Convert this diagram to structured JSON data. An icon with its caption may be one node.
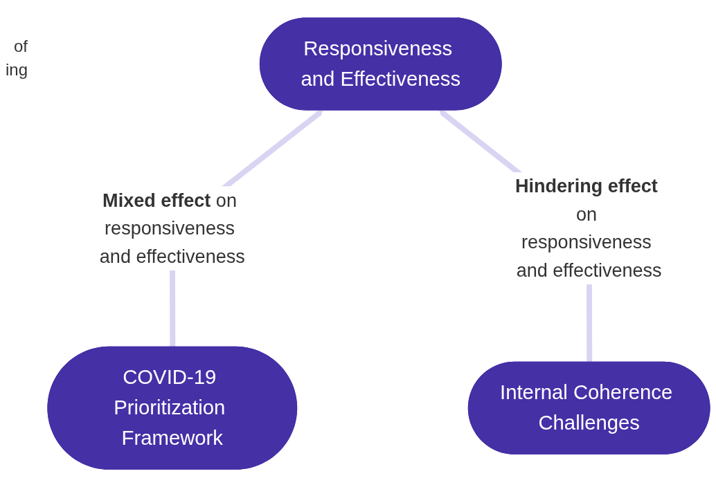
{
  "diagram": {
    "nodes": [
      {
        "text": [
          "Responsiveness and Effectiveness"
        ]
      },
      {
        "text": [
          "COVID-19 Prioritization Framework"
        ]
      },
      {
        "text": [
          "Internal Coherence Challenges"
        ]
      }
    ],
    "edges": [
      {
        "from": 1,
        "to": 0,
        "arrow": "to",
        "label": "**Mixed effect** on responsiveness and effectiveness"
      },
      {
        "from": 2,
        "to": 0,
        "arrow": "to",
        "label": "**Hindering effect** on responsiveness and effectiveness"
      }
    ],
    "labels": [
      "of",
      "ing"
    ]
  }
}
